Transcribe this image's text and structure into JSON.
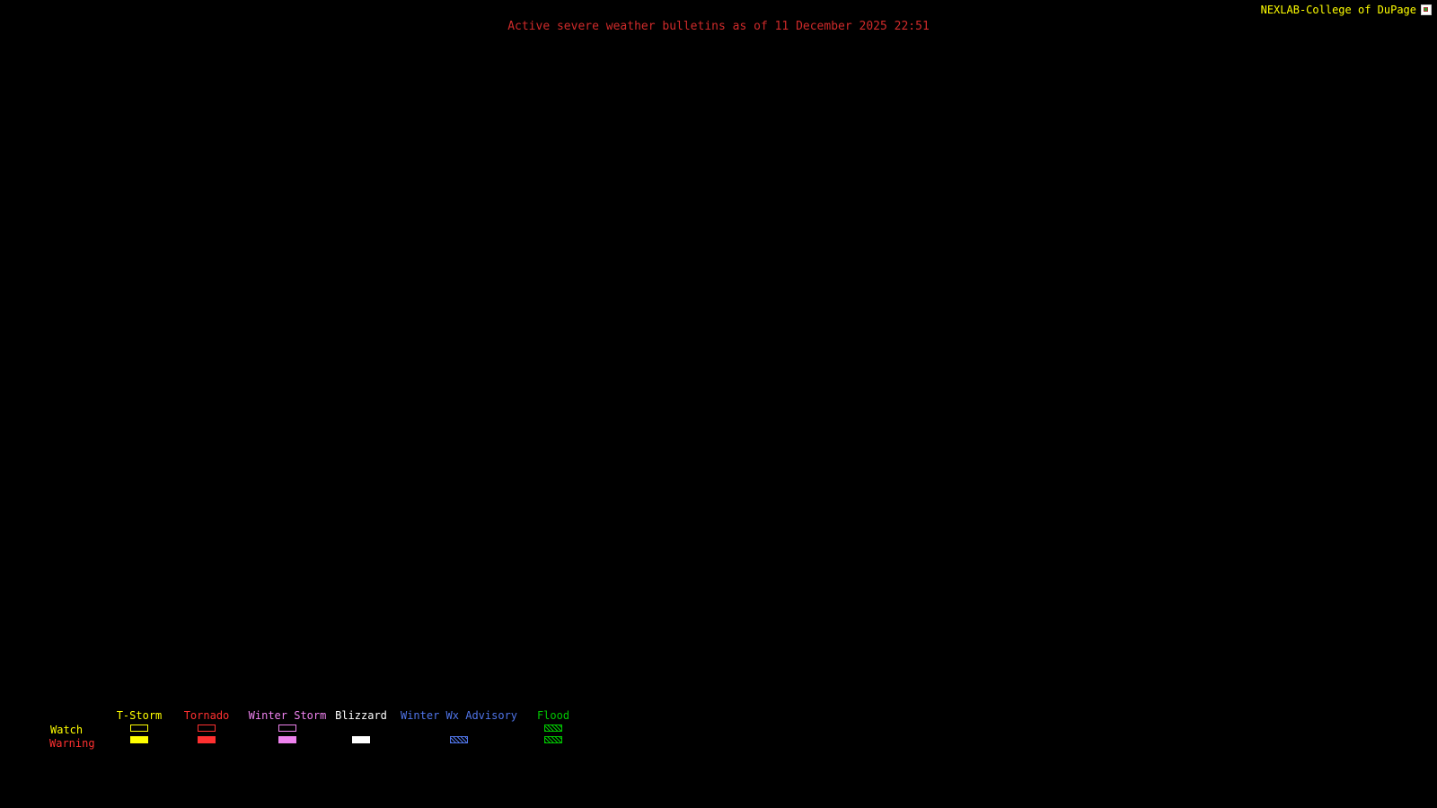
{
  "window": {
    "background": "#000000"
  },
  "header": {
    "brand": "NEXLAB-College of DuPage",
    "brand_color": "#ffff00",
    "title": "Active severe weather bulletins as of 11 December 2025 22:51",
    "title_color": "#cf2a2a"
  },
  "legend": {
    "row_labels": [
      {
        "label": "Watch",
        "color": "#ffff00"
      },
      {
        "label": "Warning",
        "color": "#ff3030"
      }
    ],
    "columns": [
      {
        "label": "T-Storm",
        "color": "#ffff00",
        "watch": "outline",
        "warning": "fill"
      },
      {
        "label": "Tornado",
        "color": "#ff3030",
        "watch": "outline",
        "warning": "fill"
      },
      {
        "label": "Winter Storm",
        "color": "#ee82ee",
        "watch": "outline",
        "warning": "fill"
      },
      {
        "label": "Blizzard",
        "color": "#ffffff",
        "watch": "none",
        "warning": "fill"
      },
      {
        "label": "Winter Wx Advisory",
        "color": "#4f74e8",
        "watch": "none",
        "warning": "hatch"
      },
      {
        "label": "Flood",
        "color": "#00c800",
        "watch": "hatch",
        "warning": "hatch"
      }
    ]
  }
}
